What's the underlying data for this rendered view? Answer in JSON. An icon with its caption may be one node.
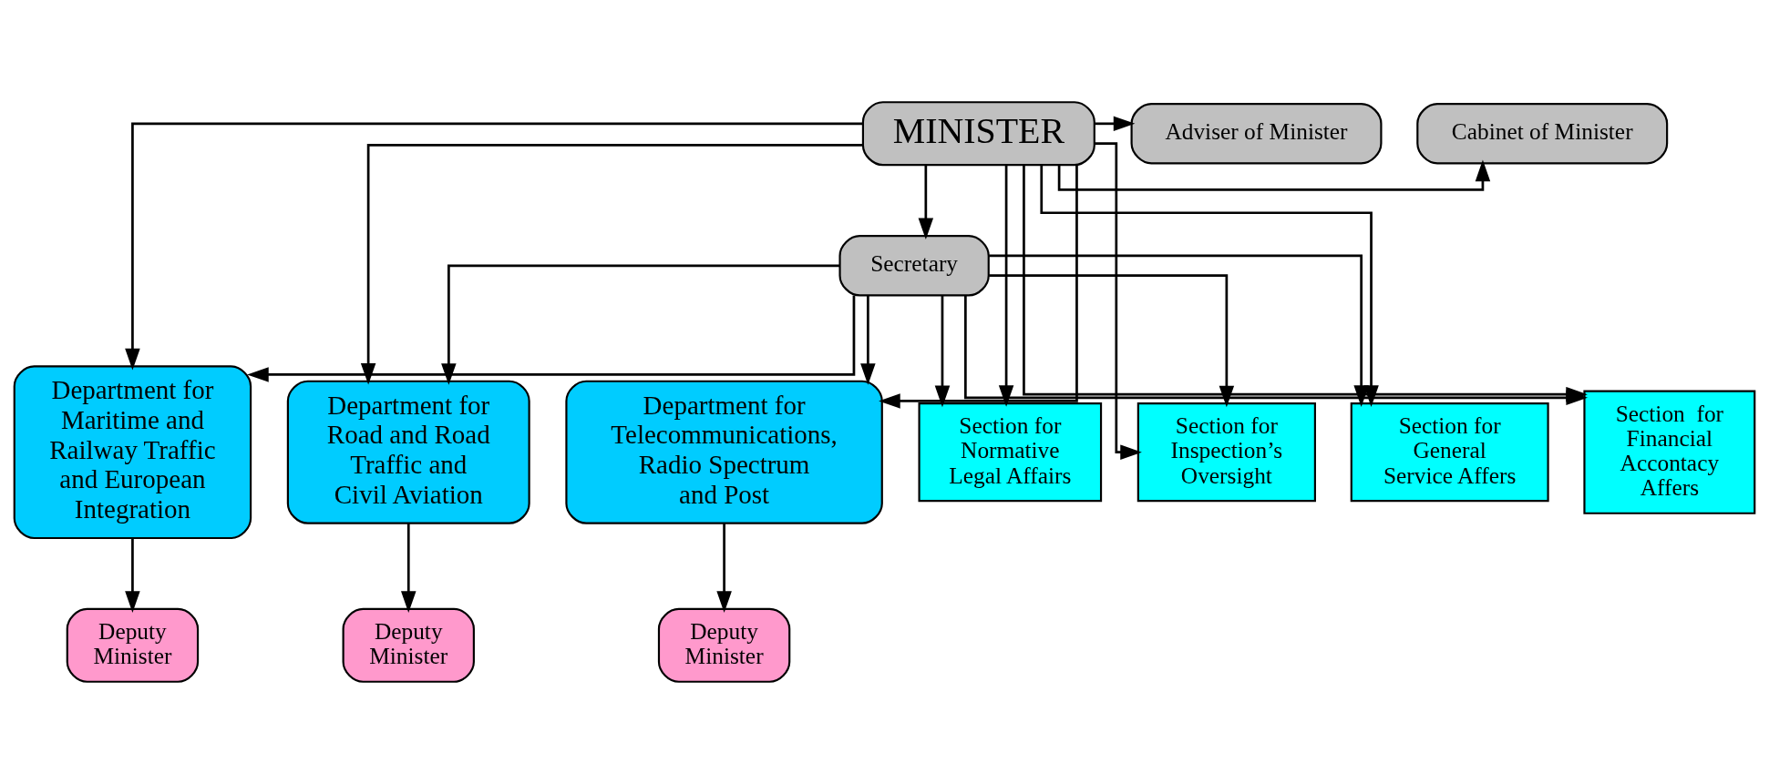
{
  "diagram": {
    "nodes": [
      {
        "text": [
          "MINISTER"
        ]
      },
      {
        "text": [
          "Adviser of Minister"
        ]
      },
      {
        "text": [
          "Cabinet of Minister"
        ]
      },
      {
        "text": [
          "Secretary"
        ]
      },
      {
        "text": [
          "Department for Maritime and Railway Traffic and European Integration"
        ]
      },
      {
        "text": [
          "Department for Road and Road Traffic and Civil Aviation"
        ]
      },
      {
        "text": [
          "Department for Telecommunications, Radio Spectrum and Post"
        ]
      },
      {
        "text": [
          "Section for Normative Legal Affairs"
        ]
      },
      {
        "text": [
          "Section for Inspection’s Oversight"
        ]
      },
      {
        "text": [
          "Section for General Service Affers"
        ]
      },
      {
        "text": [
          "Section  for Financial Accontacy Affers"
        ]
      },
      {
        "text": [
          "Deputy Minister"
        ]
      },
      {
        "text": [
          "Deputy Minister"
        ]
      },
      {
        "text": [
          "Deputy Minister"
        ]
      }
    ],
    "edges": [
      {
        "from": 0,
        "to": 1,
        "arrow": "to"
      },
      {
        "from": 0,
        "to": 2,
        "arrow": "to"
      },
      {
        "from": 0,
        "to": 3,
        "arrow": "to"
      },
      {
        "from": 0,
        "to": 4,
        "arrow": "to"
      },
      {
        "from": 0,
        "to": 5,
        "arrow": "to"
      },
      {
        "from": 0,
        "to": 6,
        "arrow": "to"
      },
      {
        "from": 0,
        "to": 7,
        "arrow": "to"
      },
      {
        "from": 0,
        "to": 8,
        "arrow": "to"
      },
      {
        "from": 0,
        "to": 9,
        "arrow": "to"
      },
      {
        "from": 0,
        "to": 10,
        "arrow": "to"
      },
      {
        "from": 3,
        "to": 4,
        "arrow": "to"
      },
      {
        "from": 3,
        "to": 5,
        "arrow": "to"
      },
      {
        "from": 3,
        "to": 6,
        "arrow": "to"
      },
      {
        "from": 3,
        "to": 7,
        "arrow": "to"
      },
      {
        "from": 3,
        "to": 8,
        "arrow": "to"
      },
      {
        "from": 3,
        "to": 9,
        "arrow": "to"
      },
      {
        "from": 3,
        "to": 10,
        "arrow": "to"
      },
      {
        "from": 4,
        "to": 11,
        "arrow": "to"
      },
      {
        "from": 5,
        "to": 12,
        "arrow": "to"
      },
      {
        "from": 6,
        "to": 13,
        "arrow": "to"
      }
    ]
  }
}
